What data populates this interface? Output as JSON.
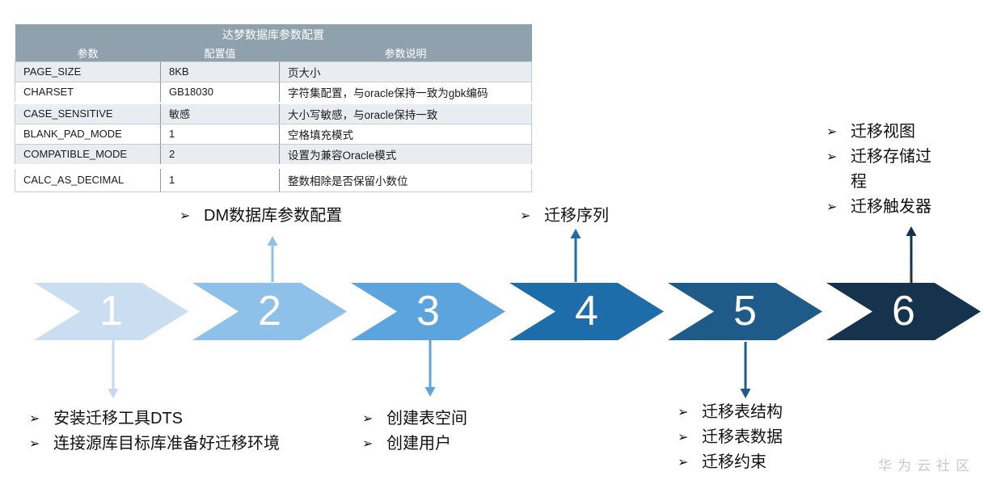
{
  "glyphs": {
    "bullet": "➢"
  },
  "palette": {
    "table_header_bg": "#8fa1ac",
    "table_stripe_bg": "#e9edf1",
    "step_colors": [
      "#cadef1",
      "#8ec1e9",
      "#5ca4de",
      "#1d6dab",
      "#1f5b88",
      "#16334e"
    ]
  },
  "table": {
    "title": "达梦数据库参数配置",
    "headers": [
      "参数",
      "配置值",
      "参数说明"
    ],
    "rows": [
      [
        "PAGE_SIZE",
        "8KB",
        "页大小"
      ],
      [
        "CHARSET",
        "GB18030",
        "字符集配置，与oracle保持一致为gbk编码"
      ],
      [
        "CASE_SENSITIVE",
        "敏感",
        "大小写敏感，与oracle保持一致"
      ],
      [
        "BLANK_PAD_MODE",
        "1",
        "空格填充模式"
      ],
      [
        "COMPATIBLE_MODE",
        "2",
        "设置为兼容Oracle模式"
      ],
      [
        "CALC_AS_DECIMAL",
        "1",
        "整数相除是否保留小数位"
      ]
    ]
  },
  "steps": [
    {
      "number": "1"
    },
    {
      "number": "2"
    },
    {
      "number": "3"
    },
    {
      "number": "4"
    },
    {
      "number": "5"
    },
    {
      "number": "6"
    }
  ],
  "notes": {
    "step1": [
      "安装迁移工具DTS",
      "连接源库目标库准备好迁移环境"
    ],
    "step2": [
      "DM数据库参数配置"
    ],
    "step3": [
      "创建表空间",
      "创建用户"
    ],
    "step4": [
      "迁移序列"
    ],
    "step5": [
      "迁移表结构",
      "迁移表数据",
      "迁移约束"
    ],
    "step6": [
      "迁移视图",
      "迁移存储过程",
      "迁移触发器"
    ]
  },
  "watermark": "华为云社区"
}
